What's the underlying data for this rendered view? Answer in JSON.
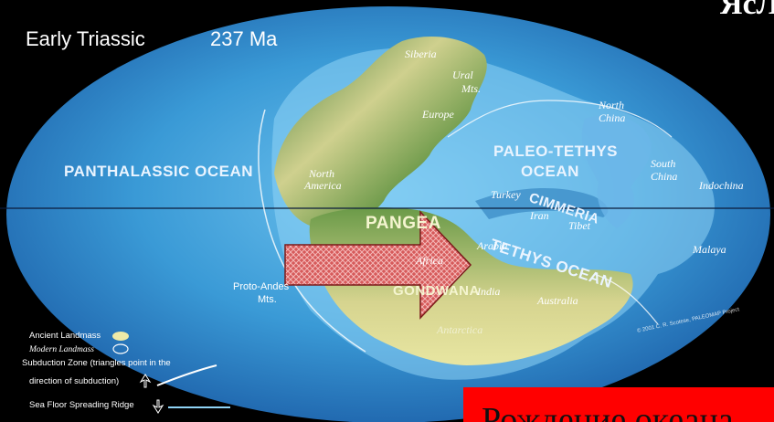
{
  "header": {
    "title": "Early Triassic",
    "age": "237 Ma",
    "corner_fragment": "ЯсЛ"
  },
  "map": {
    "oceans": [
      "PANTHALASSIC OCEAN",
      "PALEO-TETHYS",
      "OCEAN",
      "TETHYS OCEAN",
      "CIMMERIA"
    ],
    "landmasses": [
      "PANGEA",
      "GONDWANA"
    ],
    "regions": {
      "siberia": "Siberia",
      "ural": "Ural",
      "ural_mts": "Mts.",
      "europe": "Europe",
      "north_china": "North",
      "north_china_2": "China",
      "south_china": "South",
      "south_china_2": "China",
      "indochina": "Indochina",
      "north_america": "North",
      "north_america_2": "America",
      "turkey": "Turkey",
      "iran": "Iran",
      "tibet": "Tibet",
      "arabia": "Arabia",
      "africa": "Africa",
      "india": "India",
      "australia": "Australia",
      "antarctica": "Antarctica",
      "malaya": "Malaya",
      "proto_andes": "Proto-Andes",
      "proto_andes_mts": "Mts."
    },
    "credit": "© 2001  C. R. Scotese, PALEOMAP Project"
  },
  "legend": {
    "ancient": "Ancient Landmass",
    "modern": "Modern Landmass",
    "subduction": "Subduction Zone  (triangles point in the",
    "subduction_2": "direction of subduction)",
    "ridge": "Sea Floor Spreading Ridge"
  },
  "banner": {
    "text": "Рождение океана"
  },
  "colors": {
    "ocean_deep": "#1d7fc4",
    "ocean_light": "#6fc3ef",
    "shelf": "#8fd3f5",
    "land_green": "#4f8a3c",
    "land_yellow": "#e9e6a6",
    "arrow": "#e05050",
    "banner": "#ff0000"
  }
}
